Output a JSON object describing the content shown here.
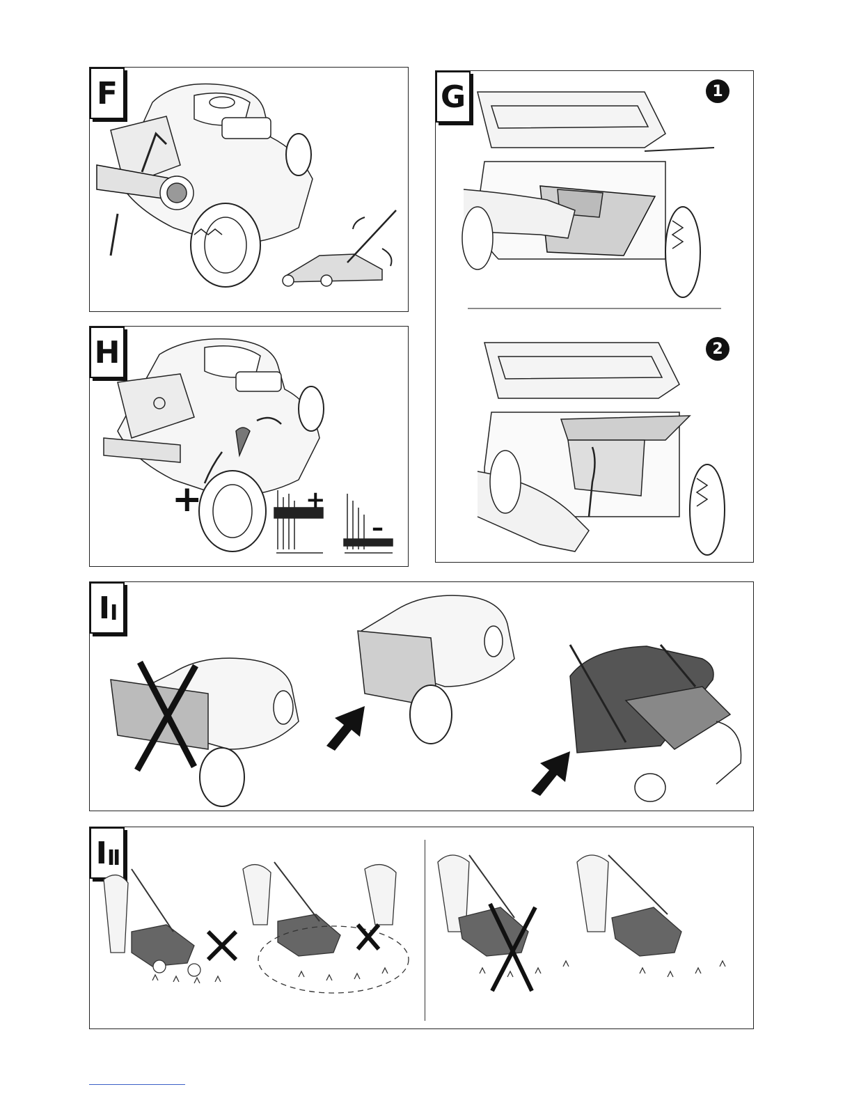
{
  "panels": {
    "f": {
      "letter": "F"
    },
    "g": {
      "letter": "G",
      "step1": "1",
      "step2": "2"
    },
    "h": {
      "letter": "H",
      "plus": "+",
      "minus": "–"
    },
    "i1": {
      "letter": "I",
      "sub": "I"
    },
    "i2": {
      "letter": "I",
      "sub": "II"
    }
  }
}
